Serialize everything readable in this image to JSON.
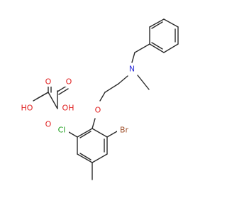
{
  "molecule": {
    "atoms": {
      "n": "N",
      "o_ether": "O",
      "cl": "Cl",
      "br": "Br",
      "ho_left": "HO",
      "oh_right": "OH",
      "o_top_left": "O",
      "o_top_right": "O",
      "o_bottom": "O"
    },
    "colors": {
      "bond": "#2b2b2b",
      "n": "#3030d8",
      "o": "#e02020",
      "cl": "#1c9e1c",
      "br": "#a0522d"
    }
  }
}
